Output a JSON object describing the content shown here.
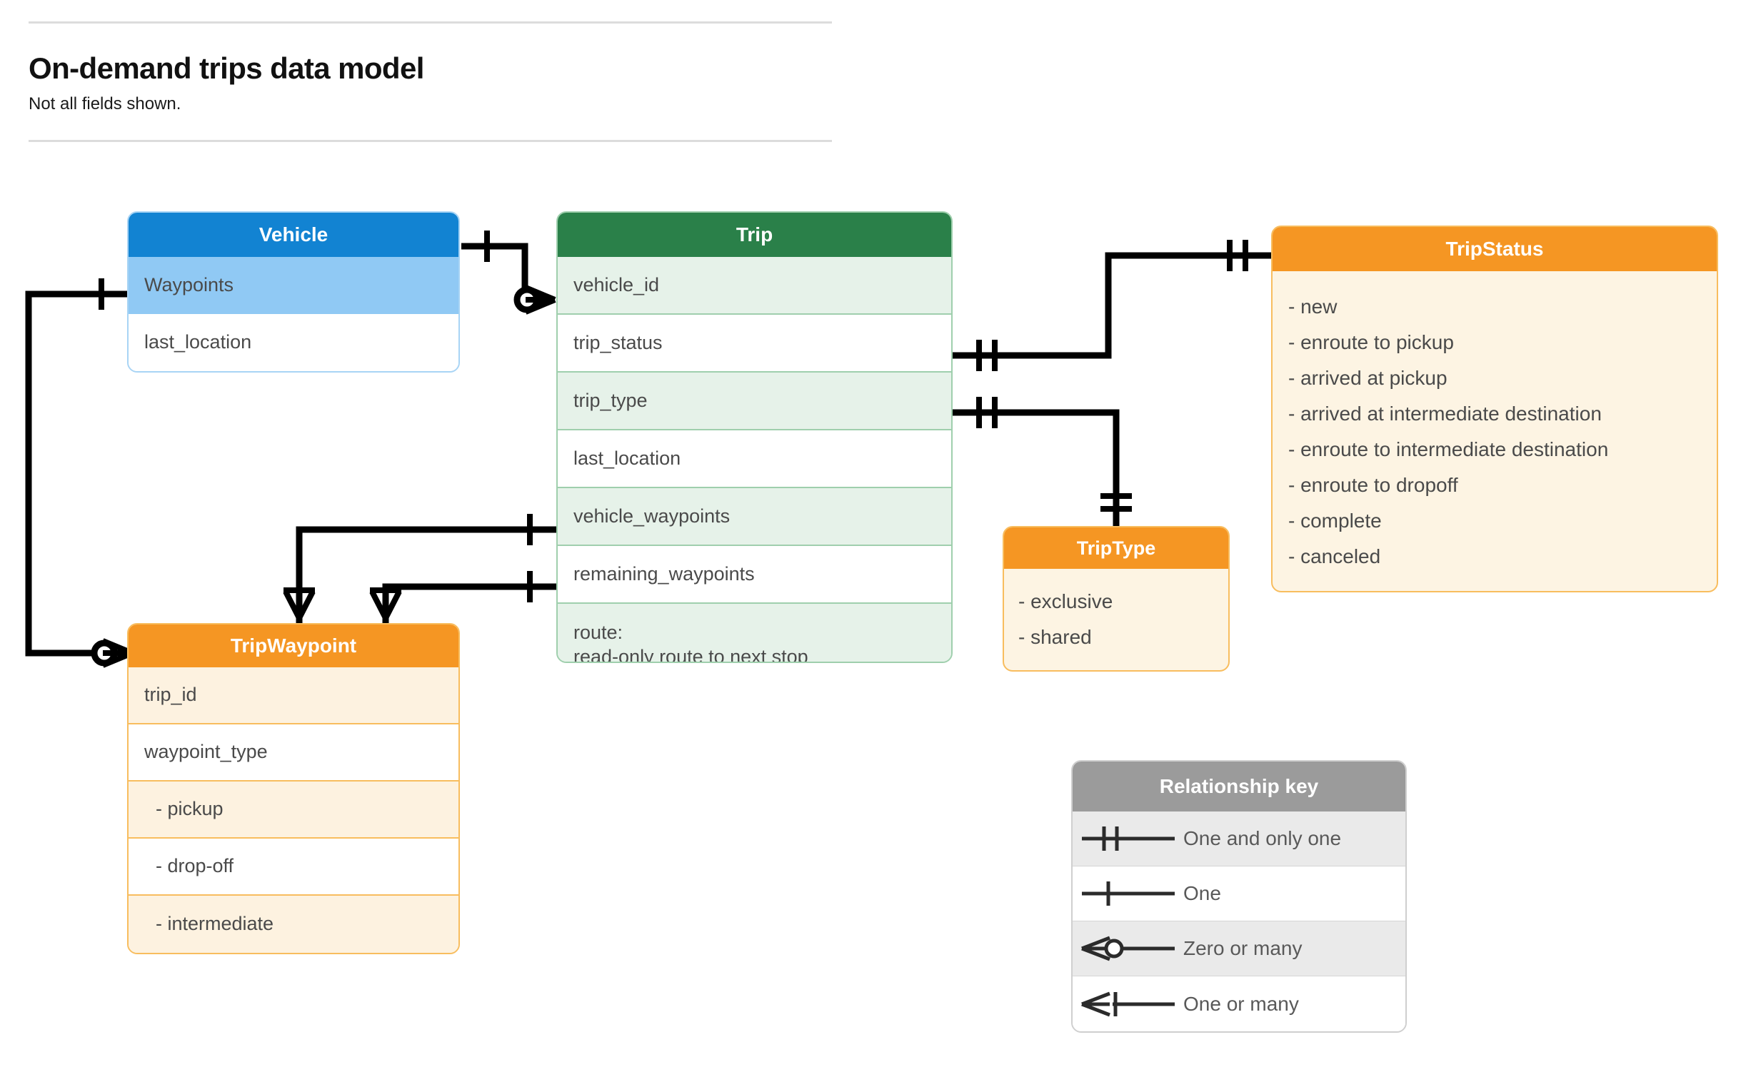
{
  "header": {
    "title": "On-demand trips data model",
    "subtitle": "Not all fields shown."
  },
  "entities": {
    "vehicle": {
      "name": "Vehicle",
      "header_color": "#1283d2",
      "rows": [
        {
          "label": "Waypoints"
        },
        {
          "label": "last_location"
        }
      ]
    },
    "trip": {
      "name": "Trip",
      "header_color": "#2a8049",
      "rows": [
        {
          "label": "vehicle_id"
        },
        {
          "label": "trip_status"
        },
        {
          "label": "trip_type"
        },
        {
          "label": "last_location"
        },
        {
          "label": "vehicle_waypoints"
        },
        {
          "label": "remaining_waypoints"
        }
      ],
      "route_row": {
        "line1": "route:",
        "line2": "read-only route to next stop"
      }
    },
    "trip_status": {
      "name": "TripStatus",
      "header_color": "#f59623",
      "values": [
        "- new",
        "- enroute to pickup",
        "- arrived at pickup",
        "- arrived at intermediate destination",
        "- enroute to intermediate destination",
        "- enroute to dropoff",
        "- complete",
        "- canceled"
      ]
    },
    "trip_type": {
      "name": "TripType",
      "header_color": "#f59623",
      "values": [
        "- exclusive",
        "- shared"
      ]
    },
    "trip_waypoint": {
      "name": "TripWaypoint",
      "header_color": "#f59623",
      "rows": [
        {
          "label": "trip_id"
        },
        {
          "label": "waypoint_type"
        },
        {
          "label": "-  pickup"
        },
        {
          "label": "-  drop-off"
        },
        {
          "label": "-  intermediate"
        }
      ]
    }
  },
  "legend": {
    "title": "Relationship key",
    "header_color": "#9b9b9b",
    "items": [
      {
        "symbol": "one-and-only-one-icon",
        "label": "One and only one"
      },
      {
        "symbol": "one-icon",
        "label": "One"
      },
      {
        "symbol": "zero-or-many-icon",
        "label": "Zero or many"
      },
      {
        "symbol": "one-or-many-icon",
        "label": "One or many"
      }
    ]
  },
  "relationships": [
    {
      "from": "Vehicle",
      "from_cardinality": "One",
      "to": "Trip.vehicle_id",
      "to_cardinality": "Zero or many"
    },
    {
      "from": "Vehicle.Waypoints",
      "from_cardinality": "One",
      "to": "TripWaypoint",
      "to_cardinality": "Zero or many"
    },
    {
      "from": "Trip.trip_status",
      "from_cardinality": "One and only one",
      "to": "TripStatus",
      "to_cardinality": "One and only one"
    },
    {
      "from": "Trip.trip_type",
      "from_cardinality": "One and only one",
      "to": "TripType",
      "to_cardinality": "One and only one"
    },
    {
      "from": "Trip.vehicle_waypoints",
      "from_cardinality": "One",
      "to": "TripWaypoint",
      "to_cardinality": "One or many"
    },
    {
      "from": "Trip.remaining_waypoints",
      "from_cardinality": "One",
      "to": "TripWaypoint",
      "to_cardinality": "One or many"
    }
  ]
}
